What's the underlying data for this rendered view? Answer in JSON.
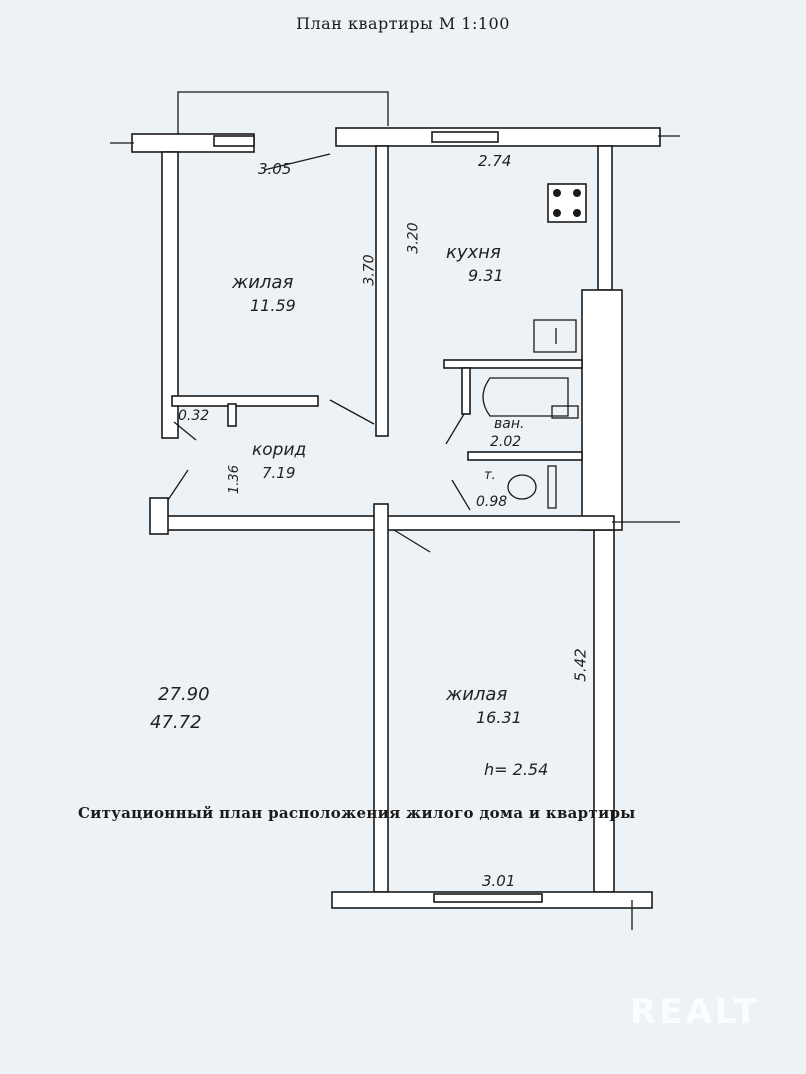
{
  "plan_title": "План квартиры М 1:100",
  "situation_title": "Ситуационный план расположения жилого дома и квартиры",
  "rooms": {
    "living_small": {
      "name": "жилая",
      "area": "11.59"
    },
    "kitchen": {
      "name": "кухня",
      "area": "9.31"
    },
    "bathroom": {
      "name": "ван.",
      "area": "2.02"
    },
    "toilet": {
      "name": "т.",
      "area": "0.98"
    },
    "corridor": {
      "name": "корид",
      "area": "7.19"
    },
    "living_large": {
      "name": "жилая",
      "area": "16.31"
    },
    "closet_area": "0.32"
  },
  "dimensions": {
    "top_left": "3.05",
    "top_right": "2.74",
    "kitchen_height": "3.20",
    "living_height": "3.70",
    "corridor_width": "1.36",
    "large_room_length": "5.42",
    "bottom_width": "3.01"
  },
  "totals": {
    "living_area": "27.90",
    "total_area": "47.72"
  },
  "ceiling_height": "h= 2.54",
  "watermark": "REALT"
}
